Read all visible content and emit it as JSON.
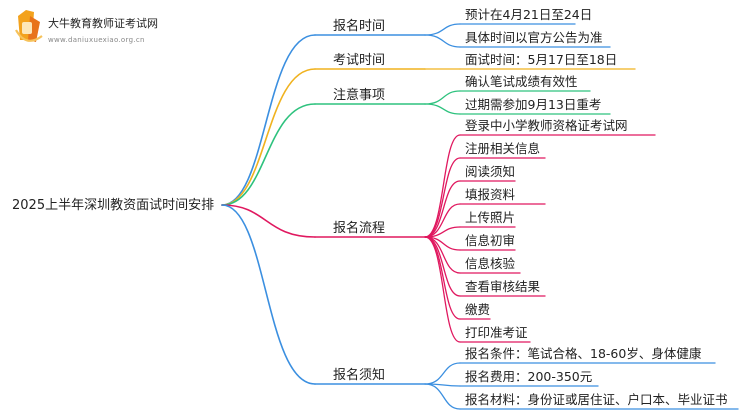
{
  "logo": {
    "title": "大牛教育教师证考试网",
    "url": "www.daniuxuexiao.org.cn"
  },
  "root": "2025上半年深圳教资面试时间安排",
  "colors": {
    "blue": "#3b8fe0",
    "orange": "#f0b21f",
    "green": "#2ec27e",
    "magenta": "#e0185f"
  },
  "branches": [
    {
      "label": "报名时间",
      "color": "blue",
      "items": [
        "预计在4月21日至24日",
        "具体时间以官方公告为准"
      ]
    },
    {
      "label": "考试时间",
      "color": "orange",
      "items": [
        "面试时间：5月17日至18日"
      ]
    },
    {
      "label": "注意事项",
      "color": "green",
      "items": [
        "确认笔试成绩有效性",
        "过期需参加9月13日重考"
      ]
    },
    {
      "label": "报名流程",
      "color": "magenta",
      "items": [
        "登录中小学教师资格证考试网",
        "注册相关信息",
        "阅读须知",
        "填报资料",
        "上传照片",
        "信息初审",
        "信息核验",
        "查看审核结果",
        "缴费",
        "打印准考证"
      ]
    },
    {
      "label": "报名须知",
      "color": "blue",
      "items": [
        "报名条件：笔试合格、18-60岁、身体健康",
        "报名费用：200-350元",
        "报名材料：身份证或居住证、户口本、毕业证书"
      ]
    }
  ]
}
